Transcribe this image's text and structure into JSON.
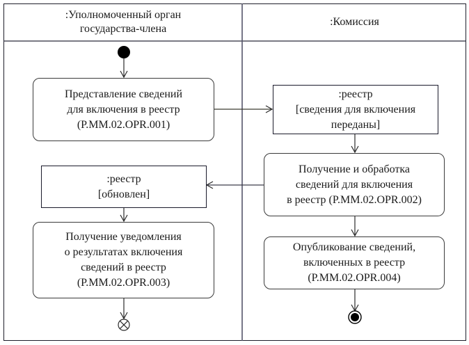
{
  "diagram": {
    "type": "UML activity diagram",
    "lanes": [
      {
        "id": "member-state",
        "title": ":Уполномоченный орган\nгосударства-члена"
      },
      {
        "id": "commission",
        "title": ":Комиссия"
      }
    ],
    "nodes": {
      "initial": {
        "kind": "initial-node",
        "lane": "member-state"
      },
      "act1": {
        "kind": "action",
        "lane": "member-state",
        "label": "Представление сведений\nдля включения в реестр\n(P.MM.02.OPR.001)"
      },
      "obj1": {
        "kind": "object",
        "lane": "commission",
        "label": ":реестр\n[сведения для включения\nпереданы]"
      },
      "act2": {
        "kind": "action",
        "lane": "commission",
        "label": "Получение и обработка\nсведений для включения\nв реестр (P.MM.02.OPR.002)"
      },
      "obj2": {
        "kind": "object",
        "lane": "member-state",
        "label": ":реестр\n[обновлен]"
      },
      "act3": {
        "kind": "action",
        "lane": "member-state",
        "label": "Получение уведомления\nо результатах включения\nсведений в реестр\n(P.MM.02.OPR.003)"
      },
      "act4": {
        "kind": "action",
        "lane": "commission",
        "label": "Опубликование сведений,\nвключенных в реестр\n(P.MM.02.OPR.004)"
      },
      "flow_final": {
        "kind": "flow-final-node",
        "lane": "member-state"
      },
      "activity_final": {
        "kind": "activity-final-node",
        "lane": "commission"
      }
    },
    "edges": [
      {
        "from": "initial",
        "to": "act1"
      },
      {
        "from": "act1",
        "to": "obj1"
      },
      {
        "from": "obj1",
        "to": "act2"
      },
      {
        "from": "act2",
        "to": "obj2"
      },
      {
        "from": "obj2",
        "to": "act3"
      },
      {
        "from": "act2",
        "to": "act4"
      },
      {
        "from": "act3",
        "to": "flow_final"
      },
      {
        "from": "act4",
        "to": "activity_final"
      }
    ],
    "colors": {
      "line": "#2a2a2a",
      "frame": "#1e1e2a",
      "fill": "#ffffff",
      "dot": "#000000"
    }
  }
}
